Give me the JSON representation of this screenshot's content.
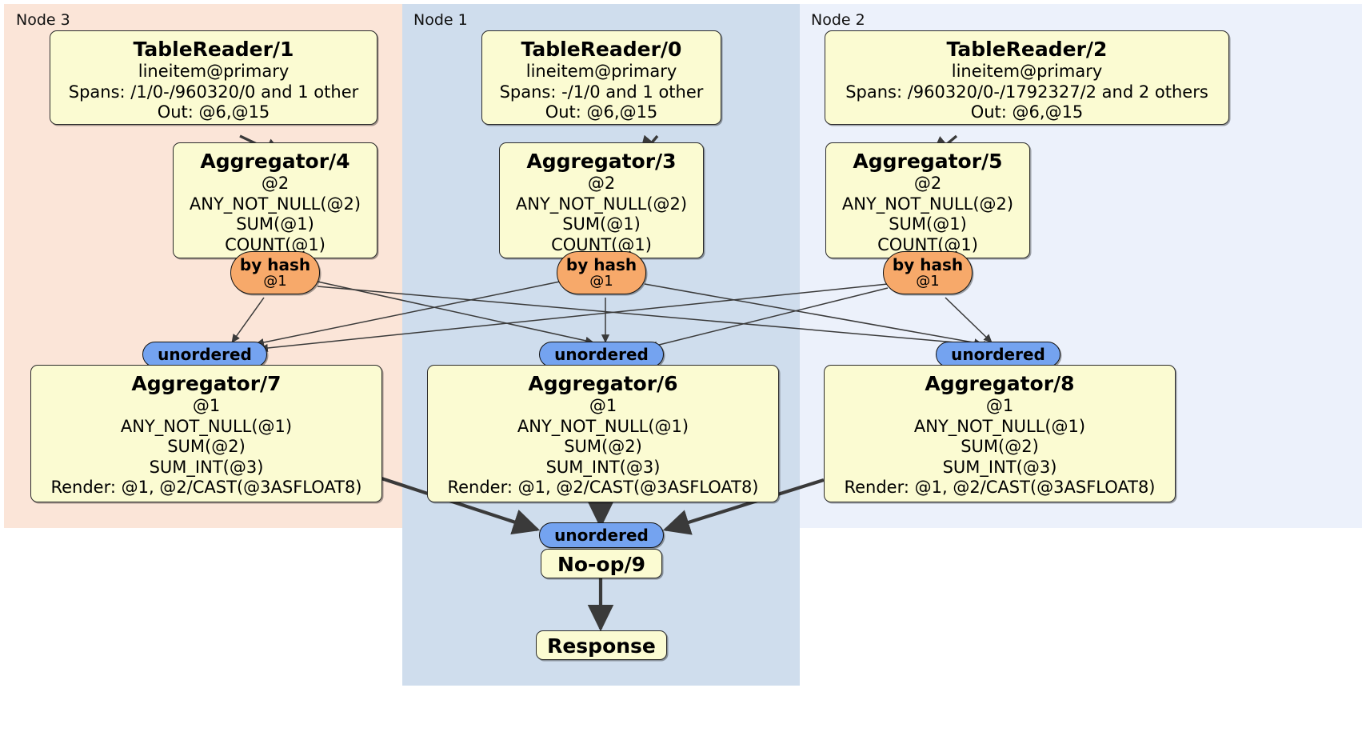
{
  "diagram": {
    "type": "distributed-query-plan",
    "nodes": [
      {
        "id": "node3",
        "label": "Node 3",
        "color": "#fbe5d8"
      },
      {
        "id": "node1",
        "label": "Node 1",
        "color": "#cfdded"
      },
      {
        "id": "node2",
        "label": "Node 2",
        "color": "#ecf1fb"
      }
    ],
    "processors": [
      {
        "id": "tablereader1",
        "node": "node3",
        "title": "TableReader/1",
        "lines": [
          "lineitem@primary",
          "Spans: /1/0-/960320/0 and 1 other",
          "Out: @6,@15"
        ]
      },
      {
        "id": "tablereader0",
        "node": "node1",
        "title": "TableReader/0",
        "lines": [
          "lineitem@primary",
          "Spans: -/1/0 and 1 other",
          "Out: @6,@15"
        ]
      },
      {
        "id": "tablereader2",
        "node": "node2",
        "title": "TableReader/2",
        "lines": [
          "lineitem@primary",
          "Spans: /960320/0-/1792327/2 and 2 others",
          "Out: @6,@15"
        ]
      },
      {
        "id": "aggregator4",
        "node": "node3",
        "title": "Aggregator/4",
        "lines": [
          "@2",
          "ANY_NOT_NULL(@2)",
          "SUM(@1)",
          "COUNT(@1)"
        ]
      },
      {
        "id": "aggregator3",
        "node": "node1",
        "title": "Aggregator/3",
        "lines": [
          "@2",
          "ANY_NOT_NULL(@2)",
          "SUM(@1)",
          "COUNT(@1)"
        ]
      },
      {
        "id": "aggregator5",
        "node": "node2",
        "title": "Aggregator/5",
        "lines": [
          "@2",
          "ANY_NOT_NULL(@2)",
          "SUM(@1)",
          "COUNT(@1)"
        ]
      },
      {
        "id": "aggregator7",
        "node": "node3",
        "title": "Aggregator/7",
        "lines": [
          "@1",
          "ANY_NOT_NULL(@1)",
          "SUM(@2)",
          "SUM_INT(@3)",
          "Render: @1, @2/CAST(@3ASFLOAT8)"
        ]
      },
      {
        "id": "aggregator6",
        "node": "node1",
        "title": "Aggregator/6",
        "lines": [
          "@1",
          "ANY_NOT_NULL(@1)",
          "SUM(@2)",
          "SUM_INT(@3)",
          "Render: @1, @2/CAST(@3ASFLOAT8)"
        ]
      },
      {
        "id": "aggregator8",
        "node": "node2",
        "title": "Aggregator/8",
        "lines": [
          "@1",
          "ANY_NOT_NULL(@1)",
          "SUM(@2)",
          "SUM_INT(@3)",
          "Render: @1, @2/CAST(@3ASFLOAT8)"
        ]
      },
      {
        "id": "noop9",
        "node": "node1",
        "title": "No-op/9",
        "lines": []
      },
      {
        "id": "response",
        "node": "node1",
        "title": "Response",
        "lines": []
      }
    ],
    "routers": [
      {
        "id": "hash-left",
        "kind": "by hash",
        "label": "by hash",
        "sublabel": "@1"
      },
      {
        "id": "hash-center",
        "kind": "by hash",
        "label": "by hash",
        "sublabel": "@1"
      },
      {
        "id": "hash-right",
        "kind": "by hash",
        "label": "by hash",
        "sublabel": "@1"
      },
      {
        "id": "unordered-left",
        "kind": "unordered",
        "label": "unordered",
        "sublabel": ""
      },
      {
        "id": "unordered-center",
        "kind": "unordered",
        "label": "unordered",
        "sublabel": ""
      },
      {
        "id": "unordered-right",
        "kind": "unordered",
        "label": "unordered",
        "sublabel": ""
      },
      {
        "id": "unordered-final",
        "kind": "unordered",
        "label": "unordered",
        "sublabel": ""
      }
    ],
    "colors": {
      "box_fill": "#fbfbd2",
      "box_stroke": "#2b2b2b",
      "hash_fill": "#f7a96a",
      "unordered_fill": "#74a3f0",
      "node3_fill": "#fbe5d8",
      "node1_fill": "#cfdded",
      "node2_fill": "#ecf1fb",
      "edge": "#3a3a3a"
    }
  }
}
